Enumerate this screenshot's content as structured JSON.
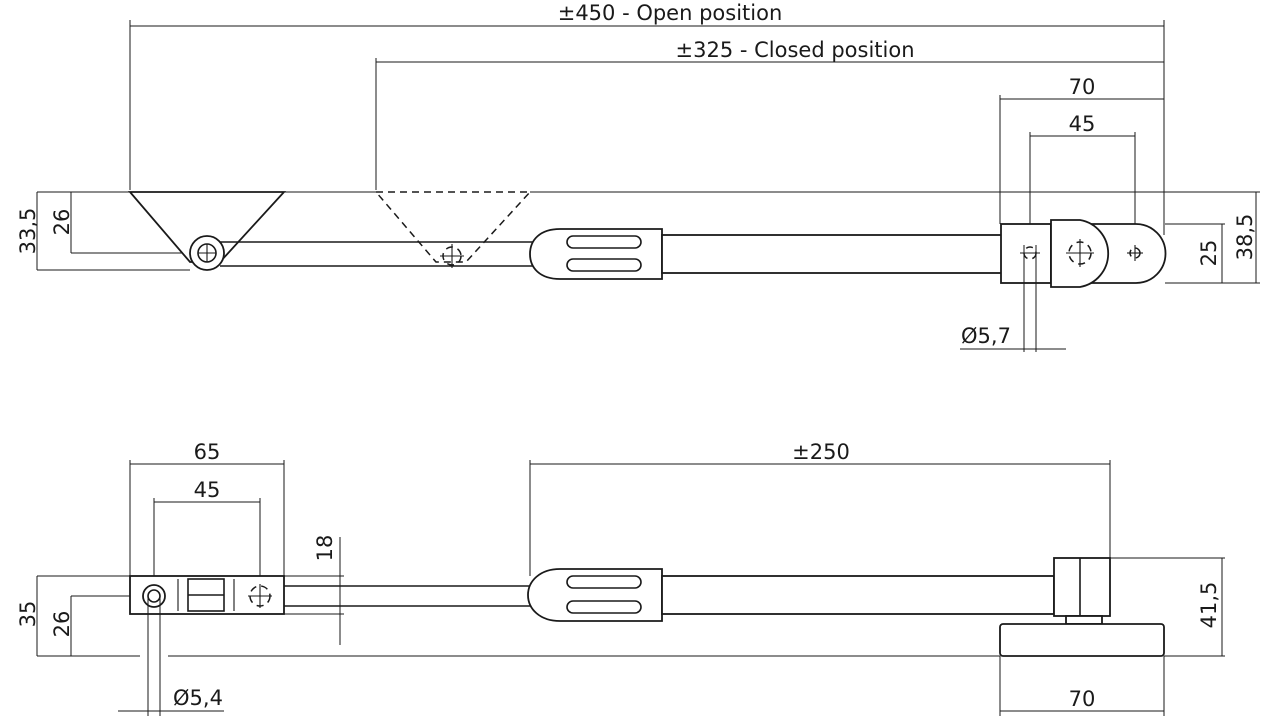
{
  "top_view": {
    "open_position": "±450 - Open position",
    "closed_position": "±325 - Closed position",
    "bracket_width": "70",
    "hole_spacing": "45",
    "left_height_outer": "33,5",
    "left_height_inner": "26",
    "right_height_inner": "25",
    "right_height_outer": "38,5",
    "hole_diameter": "Ø5,7"
  },
  "side_view": {
    "bracket_width": "65",
    "hole_spacing": "45",
    "height_18": "18",
    "stroke_length": "±250",
    "left_height_outer": "35",
    "left_height_inner": "26",
    "right_height": "41,5",
    "base_width": "70",
    "hole_diameter": "Ø5,4"
  }
}
